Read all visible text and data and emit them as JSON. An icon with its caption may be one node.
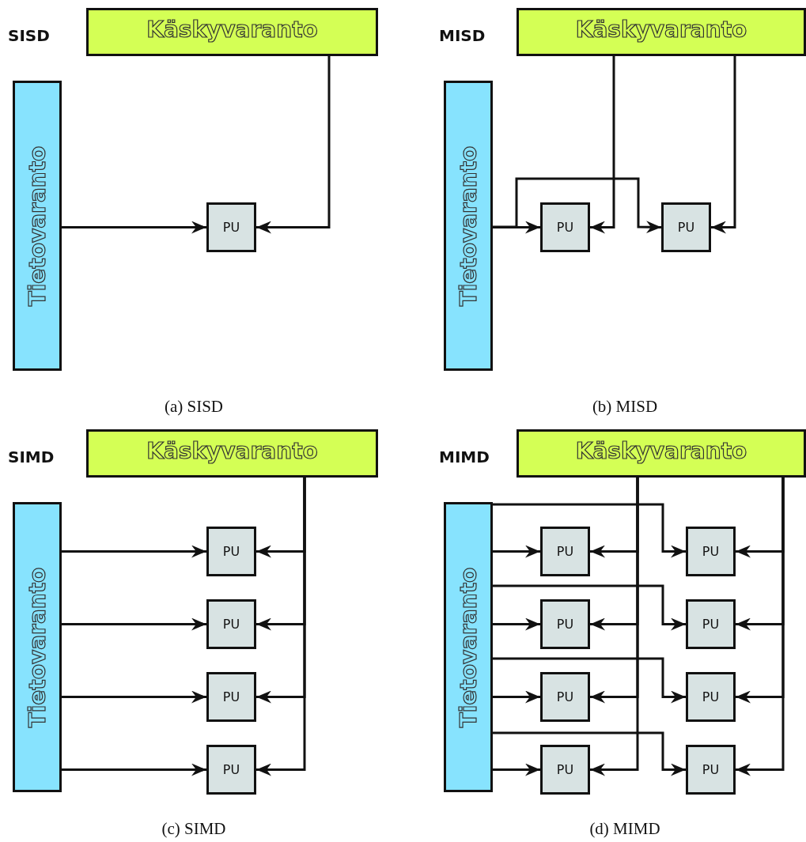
{
  "diagram": {
    "nodes": [
      {
        "text": [
          "Käskyvaranto"
        ]
      },
      {
        "text": [
          "Tietovaranto"
        ]
      },
      {
        "text": [
          "PU"
        ]
      },
      {
        "text": [
          "Käskyvaranto"
        ]
      },
      {
        "text": [
          "Tietovaranto"
        ]
      },
      {
        "text": [
          "PU"
        ]
      },
      {
        "text": [
          "PU"
        ]
      },
      {
        "text": [
          "Käskyvaranto"
        ]
      },
      {
        "text": [
          "Tietovaranto"
        ]
      },
      {
        "text": [
          "PU"
        ]
      },
      {
        "text": [
          "PU"
        ]
      },
      {
        "text": [
          "PU"
        ]
      },
      {
        "text": [
          "PU"
        ]
      },
      {
        "text": [
          "Käskyvaranto"
        ]
      },
      {
        "text": [
          "Tietovaranto"
        ]
      },
      {
        "text": [
          "PU"
        ]
      },
      {
        "text": [
          "PU"
        ]
      },
      {
        "text": [
          "PU"
        ]
      },
      {
        "text": [
          "PU"
        ]
      },
      {
        "text": [
          "PU"
        ]
      },
      {
        "text": [
          "PU"
        ]
      },
      {
        "text": [
          "PU"
        ]
      },
      {
        "text": [
          "PU"
        ]
      }
    ],
    "edges": [
      {
        "from": 0,
        "to": 2,
        "arrow": "to"
      },
      {
        "from": 1,
        "to": 2,
        "arrow": "to"
      },
      {
        "from": 4,
        "to": 5,
        "arrow": "to"
      },
      {
        "from": 3,
        "to": 5,
        "arrow": "to"
      },
      {
        "from": 4,
        "to": 6,
        "arrow": "to"
      },
      {
        "from": 3,
        "to": 6,
        "arrow": "to"
      },
      {
        "from": 8,
        "to": 9,
        "arrow": "to"
      },
      {
        "from": 7,
        "to": 9,
        "arrow": "to"
      },
      {
        "from": 8,
        "to": 10,
        "arrow": "to"
      },
      {
        "from": 7,
        "to": 10,
        "arrow": "to"
      },
      {
        "from": 8,
        "to": 11,
        "arrow": "to"
      },
      {
        "from": 7,
        "to": 11,
        "arrow": "to"
      },
      {
        "from": 8,
        "to": 12,
        "arrow": "to"
      },
      {
        "from": 7,
        "to": 12,
        "arrow": "to"
      },
      {
        "from": 14,
        "to": 15,
        "arrow": "to"
      },
      {
        "from": 13,
        "to": 15,
        "arrow": "to"
      },
      {
        "from": 14,
        "to": 16,
        "arrow": "to"
      },
      {
        "from": 13,
        "to": 16,
        "arrow": "to"
      },
      {
        "from": 14,
        "to": 17,
        "arrow": "to"
      },
      {
        "from": 13,
        "to": 17,
        "arrow": "to"
      },
      {
        "from": 14,
        "to": 18,
        "arrow": "to"
      },
      {
        "from": 13,
        "to": 18,
        "arrow": "to"
      },
      {
        "from": 14,
        "to": 19,
        "arrow": "to"
      },
      {
        "from": 13,
        "to": 19,
        "arrow": "to"
      },
      {
        "from": 14,
        "to": 20,
        "arrow": "to"
      },
      {
        "from": 13,
        "to": 20,
        "arrow": "to"
      },
      {
        "from": 14,
        "to": 21,
        "arrow": "to"
      },
      {
        "from": 13,
        "to": 21,
        "arrow": "to"
      },
      {
        "from": 14,
        "to": 22,
        "arrow": "to"
      },
      {
        "from": 13,
        "to": 22,
        "arrow": "to"
      }
    ],
    "labels": [
      "SISD",
      "MISD",
      "(a) SISD",
      "(b) MISD",
      "SIMD",
      "MIMD",
      "(c) SIMD",
      "(d) MIMD"
    ]
  }
}
